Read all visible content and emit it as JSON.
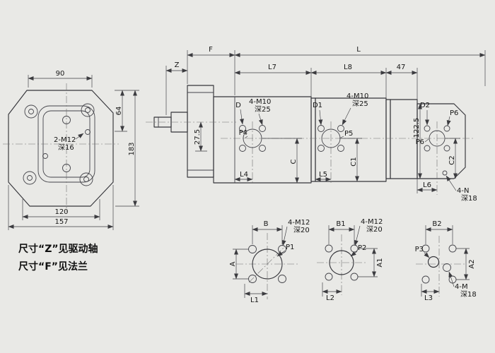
{
  "front_view": {
    "dim_top_width": "90",
    "dim_side_height": "64",
    "dim_overall_height": "183",
    "dim_bolt_spacing": "120",
    "dim_overall_width": "157",
    "thread_label": "2-M12",
    "thread_depth": "深16"
  },
  "side_view": {
    "dim_z": "Z",
    "dim_f": "F",
    "dim_l": "L",
    "dim_l7": "L7",
    "dim_l8": "L8",
    "dim_47": "47",
    "dim_27_5": "27.5",
    "dim_122_5": "122.5",
    "dim_l4": "L4",
    "dim_l5": "L5",
    "dim_l6": "L6",
    "port1": {
      "diameter": "D",
      "thread": "4-M10",
      "thread_depth": "深25",
      "port": "P4",
      "height": "C"
    },
    "port2": {
      "diameter": "D1",
      "thread": "4-M10",
      "thread_depth": "深25",
      "port": "P5",
      "height": "C1"
    },
    "port3": {
      "diameter": "D2",
      "port_top": "P6",
      "port": "P6",
      "height": "C2",
      "thread": "4-N",
      "thread_depth": "深18"
    }
  },
  "port_views": [
    {
      "dim_width": "B",
      "thread": "4-M12",
      "thread_depth": "深20",
      "port": "P1",
      "dim_height": "A",
      "dim_offset": "L1"
    },
    {
      "dim_width": "B1",
      "thread": "4-M12",
      "thread_depth": "深20",
      "port": "P2",
      "dim_height": "A1",
      "dim_offset": "L2"
    },
    {
      "dim_width": "B2",
      "thread": "4-M",
      "thread_depth": "深18",
      "port": "P3",
      "dim_height": "A2",
      "dim_offset": "L3"
    }
  ],
  "notes": {
    "line1": "尺寸“Z”见驱动轴",
    "line2": "尺寸“F”见法兰"
  }
}
